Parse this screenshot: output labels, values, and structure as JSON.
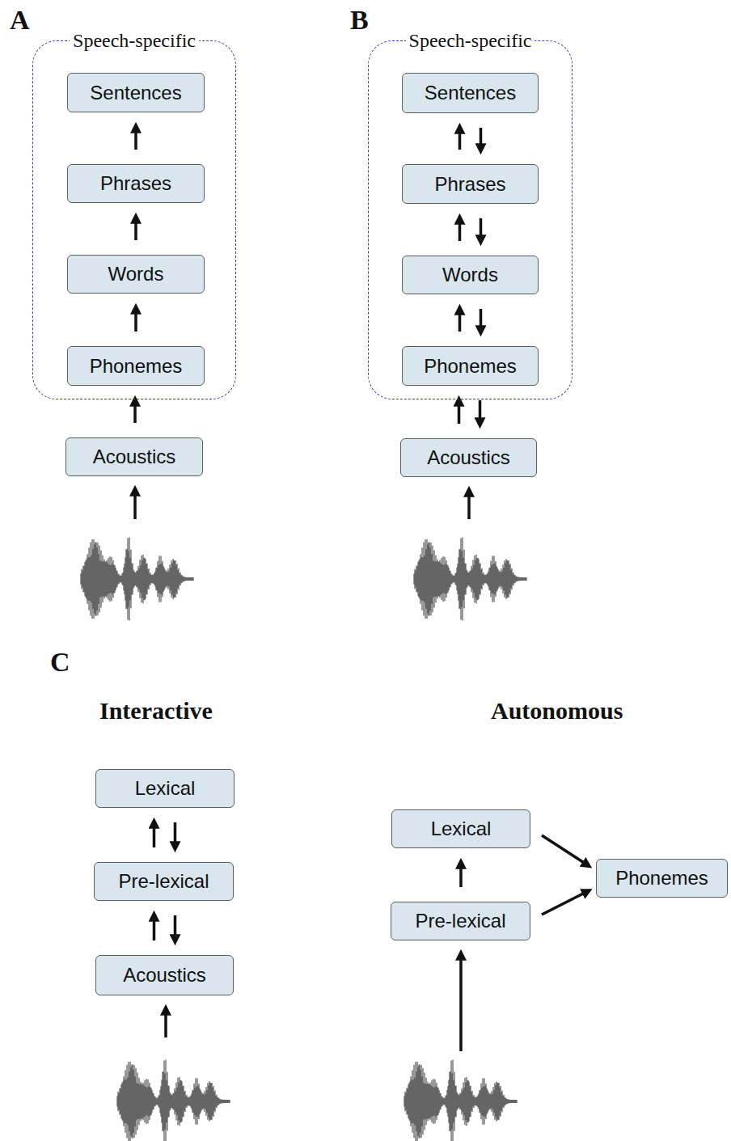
{
  "diagram": {
    "nodes": [
      {
        "text": [
          "Speech-specific"
        ]
      },
      {
        "text": [
          "Sentences"
        ],
        "in": 0
      },
      {
        "text": [
          "Phrases"
        ],
        "in": 0
      },
      {
        "text": [
          "Words"
        ],
        "in": 0
      },
      {
        "text": [
          "Phonemes"
        ],
        "in": 0
      },
      {
        "text": [
          "Acoustics"
        ]
      },
      {
        "text": [
          "Speech-specific"
        ]
      },
      {
        "text": [
          "Sentences"
        ],
        "in": 6
      },
      {
        "text": [
          "Phrases"
        ],
        "in": 6
      },
      {
        "text": [
          "Words"
        ],
        "in": 6
      },
      {
        "text": [
          "Phonemes"
        ],
        "in": 6
      },
      {
        "text": [
          "Acoustics"
        ]
      },
      {
        "text": [
          "Lexical"
        ]
      },
      {
        "text": [
          "Pre-lexical"
        ]
      },
      {
        "text": [
          "Acoustics"
        ]
      },
      {
        "text": [
          "Lexical"
        ]
      },
      {
        "text": [
          "Pre-lexical"
        ]
      },
      {
        "text": [
          "Phonemes"
        ]
      }
    ],
    "edges": [
      {
        "from": 2,
        "to": 1,
        "arrow": "to"
      },
      {
        "from": 3,
        "to": 2,
        "arrow": "to"
      },
      {
        "from": 4,
        "to": 3,
        "arrow": "to"
      },
      {
        "from": 5,
        "to": 4,
        "arrow": "to"
      },
      {
        "from": 8,
        "to": 7,
        "arrow": "to"
      },
      {
        "from": 7,
        "to": 8,
        "arrow": "to"
      },
      {
        "from": 9,
        "to": 8,
        "arrow": "to"
      },
      {
        "from": 8,
        "to": 9,
        "arrow": "to"
      },
      {
        "from": 10,
        "to": 9,
        "arrow": "to"
      },
      {
        "from": 9,
        "to": 10,
        "arrow": "to"
      },
      {
        "from": 11,
        "to": 10,
        "arrow": "to"
      },
      {
        "from": 10,
        "to": 11,
        "arrow": "to"
      },
      {
        "from": 13,
        "to": 12,
        "arrow": "to"
      },
      {
        "from": 12,
        "to": 13,
        "arrow": "to"
      },
      {
        "from": 14,
        "to": 13,
        "arrow": "to"
      },
      {
        "from": 13,
        "to": 14,
        "arrow": "to"
      },
      {
        "from": 16,
        "to": 15,
        "arrow": "to"
      },
      {
        "from": 15,
        "to": 17,
        "arrow": "to"
      },
      {
        "from": 16,
        "to": 17,
        "arrow": "to"
      }
    ],
    "labels": [
      "A",
      "B",
      "C",
      "Interactive",
      "Autonomous"
    ]
  }
}
